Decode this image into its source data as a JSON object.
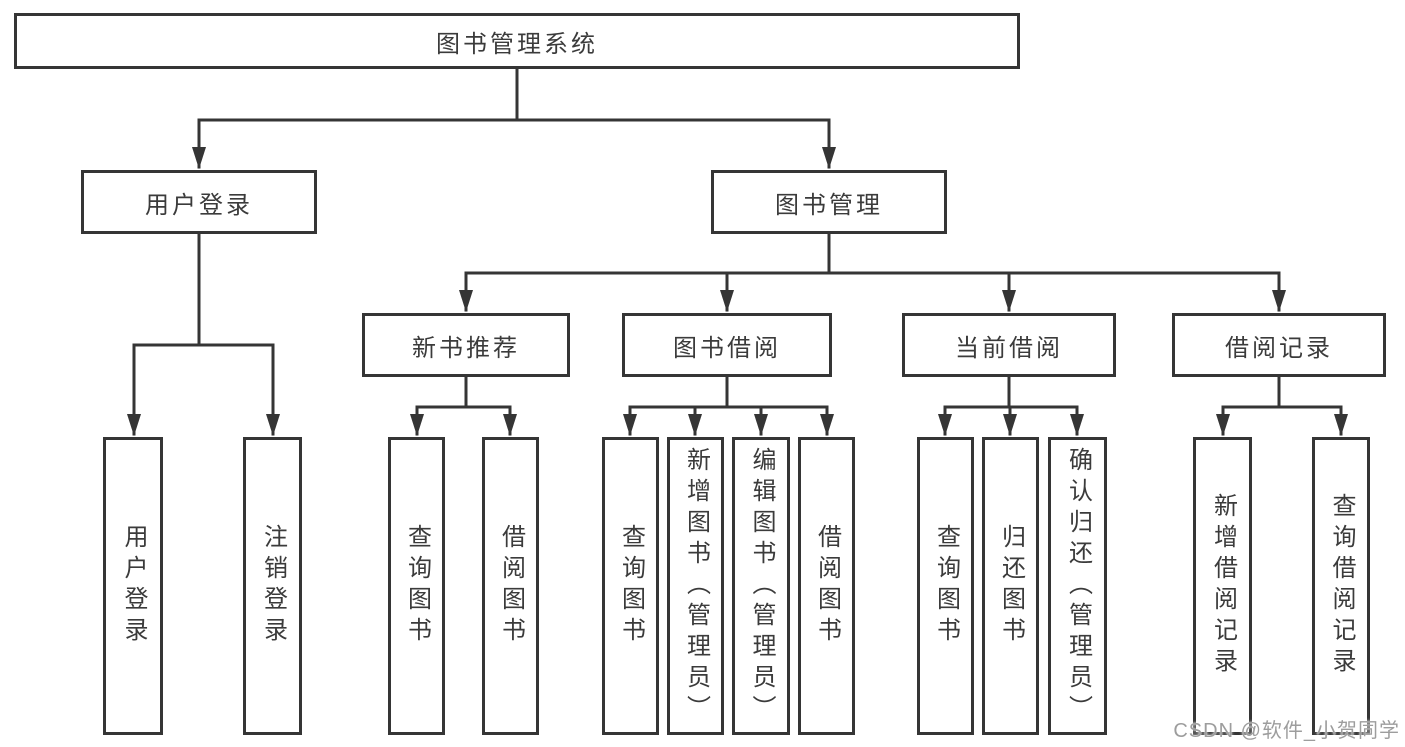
{
  "diagram": {
    "type": "hierarchy-tree",
    "root": {
      "label": "图书管理系统"
    },
    "groups": [
      {
        "label": "用户登录",
        "children": [
          {
            "label": "用户登录"
          },
          {
            "label": "注销登录"
          }
        ]
      },
      {
        "label": "图书管理",
        "children": [
          {
            "label": "新书推荐",
            "children": [
              {
                "label": "查询图书"
              },
              {
                "label": "借阅图书"
              }
            ]
          },
          {
            "label": "图书借阅",
            "children": [
              {
                "label": "查询图书"
              },
              {
                "label": "新增图书（管理员）"
              },
              {
                "label": "编辑图书（管理员）"
              },
              {
                "label": "借阅图书"
              }
            ]
          },
          {
            "label": "当前借阅",
            "children": [
              {
                "label": "查询图书"
              },
              {
                "label": "归还图书"
              },
              {
                "label": "确认归还（管理员）"
              }
            ]
          },
          {
            "label": "借阅记录",
            "children": [
              {
                "label": "新增借阅记录"
              },
              {
                "label": "查询借阅记录"
              }
            ]
          }
        ]
      }
    ]
  },
  "watermark": {
    "text": "CSDN @软件_小贺同学",
    "color": "#9d9d9d"
  },
  "colors": {
    "line": "#353535",
    "border": "#353535",
    "text": "#3b3b3b",
    "background": "#ffffff"
  }
}
